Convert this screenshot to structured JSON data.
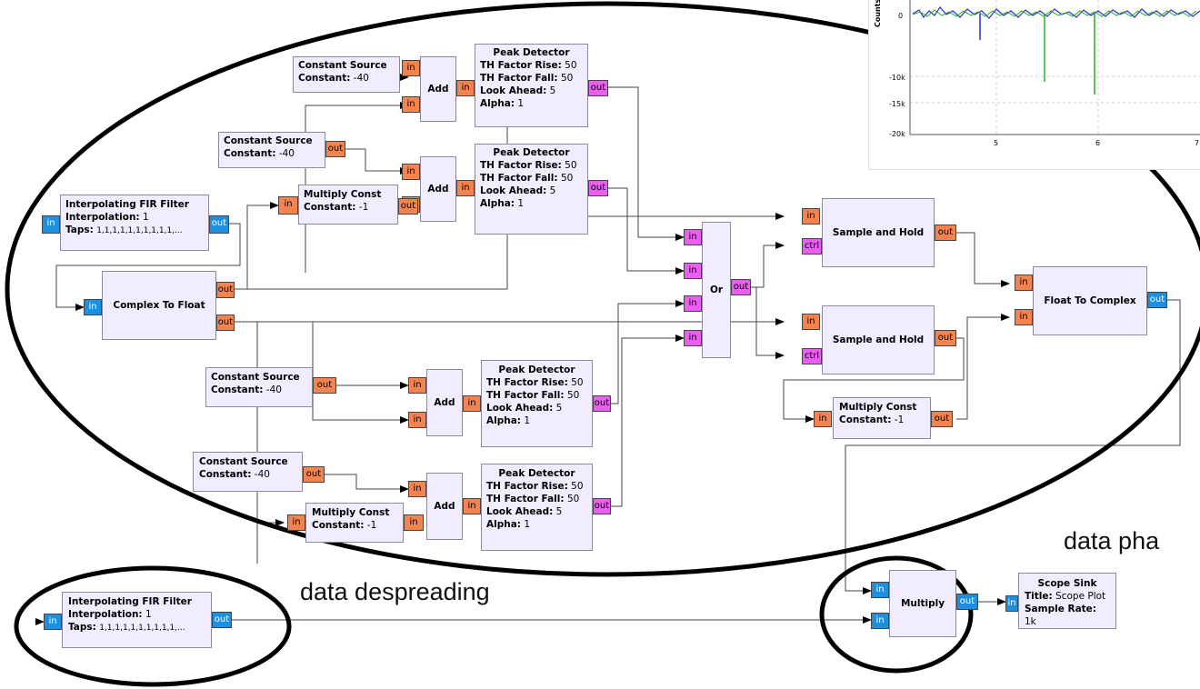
{
  "ports": {
    "in": "in",
    "out": "out",
    "ctrl": "ctrl"
  },
  "blocks": {
    "cs1": {
      "title": "Constant Source",
      "params": [
        [
          "Constant:",
          "-40"
        ]
      ]
    },
    "cs2": {
      "title": "Constant Source",
      "params": [
        [
          "Constant:",
          "-40"
        ]
      ]
    },
    "cs3": {
      "title": "Constant Source",
      "params": [
        [
          "Constant:",
          "-40"
        ]
      ]
    },
    "cs4": {
      "title": "Constant Source",
      "params": [
        [
          "Constant:",
          "-40"
        ]
      ]
    },
    "add_label": "Add",
    "pd": {
      "title": "Peak Detector",
      "params": [
        [
          "TH Factor Rise:",
          "50"
        ],
        [
          "TH Factor Fall:",
          "50"
        ],
        [
          "Look Ahead:",
          "5"
        ],
        [
          "Alpha:",
          "1"
        ]
      ]
    },
    "fir": {
      "title": "Interpolating FIR Filter",
      "params": [
        [
          "Interpolation:",
          "1"
        ],
        [
          "Taps:",
          "1,1,1,1,1,1,1,1,1,1,..."
        ]
      ]
    },
    "mc1": {
      "title": "Multiply Const",
      "params": [
        [
          "Constant:",
          "-1"
        ]
      ]
    },
    "mc2": {
      "title": "Multiply Const",
      "params": [
        [
          "Constant:",
          "-1"
        ]
      ]
    },
    "mc3": {
      "title": "Multiply Const",
      "params": [
        [
          "Constant:",
          "-1"
        ]
      ]
    },
    "c2f": {
      "label": "Complex To Float"
    },
    "or": {
      "label": "Or"
    },
    "sh": {
      "label": "Sample and Hold"
    },
    "f2c": {
      "label": "Float To Complex"
    },
    "mult": {
      "label": "Multiply"
    },
    "scope": {
      "title": "Scope Sink",
      "params": [
        [
          "Title:",
          "Scope Plot"
        ],
        [
          "Sample Rate:",
          "1k"
        ]
      ]
    }
  },
  "annotations": {
    "despreading": "data despreading",
    "phase": "data pha"
  },
  "plot": {
    "ylabel": "Counts",
    "y_ticks": [
      "0",
      "-10k",
      "-15k",
      "-20k"
    ],
    "x_ticks": [
      "5",
      "6",
      "7"
    ],
    "colors": {
      "series_blue": "#2020d0",
      "series_green": "#20b020",
      "axis": "#555555"
    }
  }
}
